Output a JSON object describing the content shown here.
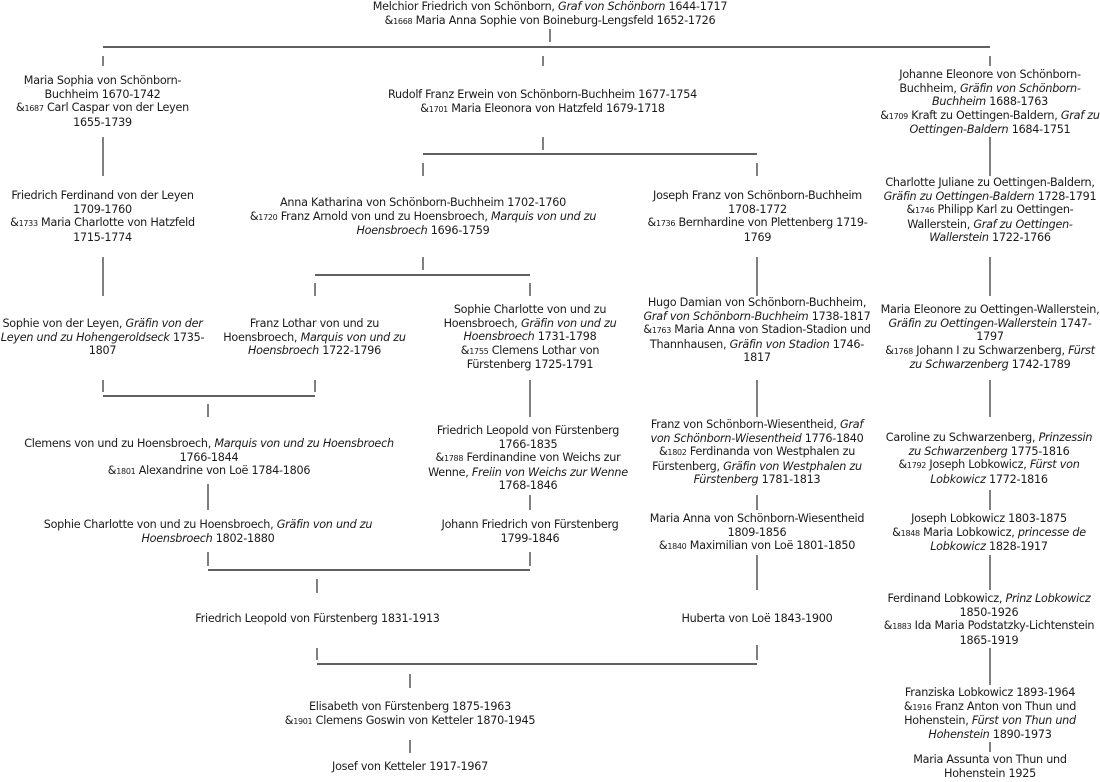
{
  "title": "Family tree of Melchior Friedrich von Schönborn",
  "marriage_symbol": "&",
  "people": {
    "root": {
      "name": "Melchior Friedrich von Schönborn, ",
      "title": "Graf von Schönborn",
      "dates": " 1644-1717",
      "marriage_year": "1668",
      "spouse": " Maria Anna Sophie von Boineburg-Lengsfeld 1652-1726"
    },
    "maria_sophia": {
      "name": "Maria Sophia von Schönborn-Buchheim 1670-1742",
      "marriage_year": "1687",
      "spouse": " Carl Caspar von der Leyen 1655-1739"
    },
    "rudolf_franz": {
      "name": "Rudolf Franz Erwein von Schönborn-Buchheim 1677-1754",
      "marriage_year": "1701",
      "spouse": " Maria Eleonora von Hatzfeld 1679-1718"
    },
    "johanne_eleonore": {
      "name": "Johanne Eleonore von Schönborn-Buchheim, ",
      "title": "Gräfin von Schönborn-Buchheim",
      "dates": " 1688-1763",
      "marriage_year": "1709",
      "spouse": " Kraft zu Oettingen-Baldern, ",
      "spouse_title": "Graf zu Oettingen-Baldern",
      "spouse_dates": " 1684-1751"
    },
    "friedrich_ferdinand": {
      "name": "Friedrich Ferdinand von der Leyen 1709-1760",
      "marriage_year": "1733",
      "spouse": " Maria Charlotte von Hatzfeld 1715-1774"
    },
    "anna_katharina": {
      "name": "Anna Katharina von Schönborn-Buchheim 1702-1760",
      "marriage_year": "1720",
      "spouse": " Franz Arnold von und zu Hoensbroech, ",
      "spouse_title": "Marquis von und zu Hoensbroech",
      "spouse_dates": " 1696-1759"
    },
    "joseph_franz": {
      "name": "Joseph Franz von Schönborn-Buchheim 1708-1772",
      "marriage_year": "1736",
      "spouse": " Bernhardine von Plettenberg 1719-1769"
    },
    "charlotte_juliane": {
      "name": "Charlotte Juliane zu Oettingen-Baldern, ",
      "title": "Gräfin zu Oettingen-Baldern",
      "dates": " 1728-1791",
      "marriage_year": "1746",
      "spouse": " Philipp Karl zu Oettingen-Wallerstein, ",
      "spouse_title": "Graf zu Oettingen-Wallerstein",
      "spouse_dates": " 1722-1766"
    },
    "sophie_leyen": {
      "name": "Sophie von der Leyen, ",
      "title": "Gräfin von der Leyen und zu Hohengeroldseck",
      "dates": " 1735-1807"
    },
    "franz_lothar": {
      "name": "Franz Lothar von und zu Hoensbroech, ",
      "title": "Marquis von und zu Hoensbroech",
      "dates": " 1722-1796"
    },
    "sophie_charlotte_1731": {
      "name": "Sophie Charlotte von und zu Hoensbroech, ",
      "title": "Gräfin von und zu Hoensbroech",
      "dates": " 1731-1798",
      "marriage_year": "1755",
      "spouse": " Clemens Lothar von Fürstenberg 1725-1791"
    },
    "hugo_damian": {
      "name": "Hugo Damian von Schönborn-Buchheim, ",
      "title": "Graf von Schönborn-Buchheim",
      "dates": " 1738-1817",
      "marriage_year": "1763",
      "spouse": " Maria Anna von Stadion-Stadion und Thannhausen, ",
      "spouse_title": "Gräfin von Stadion",
      "spouse_dates": " 1746-1817"
    },
    "maria_eleonore": {
      "name": "Maria Eleonore zu Oettingen-Wallerstein, ",
      "title": "Gräfin zu Oettingen-Wallerstein",
      "dates": " 1747-1797",
      "marriage_year": "1768",
      "spouse": " Johann I zu Schwarzenberg, ",
      "spouse_title": "Fürst zu Schwarzenberg",
      "spouse_dates": " 1742-1789"
    },
    "clemens": {
      "name": "Clemens von und zu Hoensbroech, ",
      "title": "Marquis von und zu Hoensbroech",
      "dates": " 1766-1844",
      "marriage_year": "1801",
      "spouse": " Alexandrine von Loë 1784-1806"
    },
    "friedrich_leopold_1766": {
      "name": "Friedrich Leopold von Fürstenberg 1766-1835",
      "marriage_year": "1788",
      "spouse": " Ferdinandine von Weichs zur Wenne, ",
      "spouse_title": "Freiin von Weichs zur Wenne",
      "spouse_dates": " 1768-1846"
    },
    "franz_wiesentheid": {
      "name": "Franz von Schönborn-Wiesentheid, ",
      "title": "Graf von Schönborn-Wiesentheid",
      "dates": " 1776-1840",
      "marriage_year": "1802",
      "spouse": " Ferdinanda von Westphalen zu Fürstenberg, ",
      "spouse_title": "Gräfin von Westphalen zu Fürstenberg",
      "spouse_dates": " 1781-1813"
    },
    "caroline": {
      "name": "Caroline zu Schwarzenberg, ",
      "title": "Prinzessin zu Schwarzenberg",
      "dates": " 1775-1816",
      "marriage_year": "1792",
      "spouse": " Joseph Lobkowicz, ",
      "spouse_title": "Fürst von Lobkowicz",
      "spouse_dates": " 1772-1816"
    },
    "sophie_charlotte_1802": {
      "name": "Sophie Charlotte von und zu Hoensbroech, ",
      "title": "Gräfin von und zu Hoensbroech",
      "dates": " 1802-1880"
    },
    "johann_friedrich": {
      "name": "Johann Friedrich von Fürstenberg 1799-1846"
    },
    "maria_anna_wiesentheid": {
      "name": "Maria Anna von Schönborn-Wiesentheid 1809-1856",
      "marriage_year": "1840",
      "spouse": " Maximilian von Loë 1801-1850"
    },
    "joseph_lobkowicz": {
      "name": "Joseph Lobkowicz 1803-1875",
      "marriage_year": "1848",
      "spouse": " Maria Lobkowicz, ",
      "spouse_title": "princesse de Lobkowicz",
      "spouse_dates": " 1828-1917"
    },
    "friedrich_leopold_1831": {
      "name": "Friedrich Leopold von Fürstenberg 1831-1913"
    },
    "huberta": {
      "name": "Huberta von Loë 1843-1900"
    },
    "ferdinand_lobkowicz": {
      "name": "Ferdinand Lobkowicz, ",
      "title": "Prinz Lobkowicz",
      "dates": " 1850-1926",
      "marriage_year": "1883",
      "spouse": " Ida Maria Podstatzky-Lichtenstein 1865-1919"
    },
    "elisabeth": {
      "name": "Elisabeth von Fürstenberg 1875-1963",
      "marriage_year": "1901",
      "spouse": " Clemens Goswin von Ketteler 1870-1945"
    },
    "franziska": {
      "name": "Franziska Lobkowicz 1893-1964",
      "marriage_year": "1916",
      "spouse": " Franz Anton von Thun und Hohenstein, ",
      "spouse_title": "Fürst von Thun und Hohenstein",
      "spouse_dates": " 1890-1973"
    },
    "josef_ketteler": {
      "name": "Josef von Ketteler 1917-1967"
    },
    "maria_assunta": {
      "name": "Maria Assunta von Thun und Hohenstein 1925"
    }
  }
}
